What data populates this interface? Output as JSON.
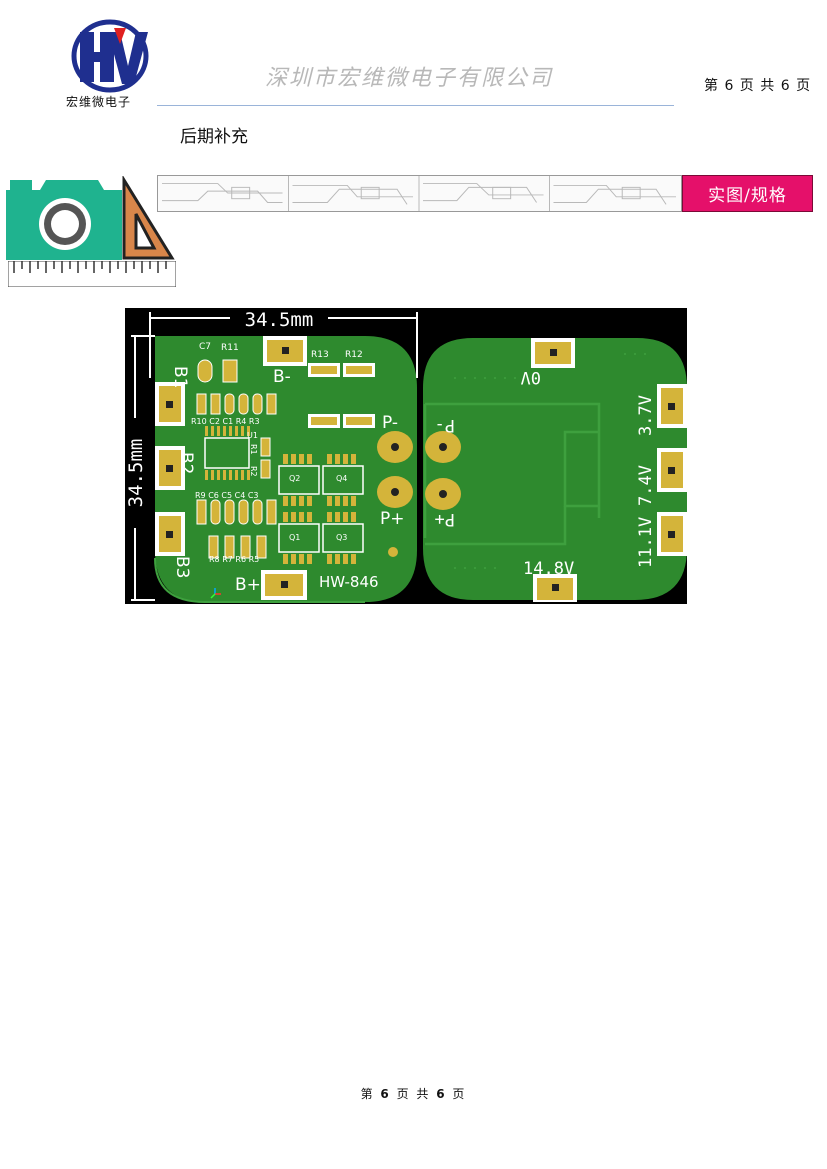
{
  "header": {
    "logo_caption": "宏维微电子",
    "company_name": "深圳市宏维微电子有限公司",
    "page_indicator": "第 6 页 共 6 页"
  },
  "section": {
    "heading": "后期补充"
  },
  "banner": {
    "tag_label": "实图/规格",
    "tag_color": "#e5106a",
    "camera_color": "#1fb38f",
    "icons": [
      "camera-icon",
      "set-square-icon",
      "ruler-icon"
    ]
  },
  "pcb": {
    "board_color": "#2e8a2e",
    "pad_color": "#d4b43a",
    "dimension_width": "34.5mm",
    "dimension_height": "34.5mm",
    "front_labels": {
      "b1": "B1",
      "b2": "B2",
      "b3": "B3",
      "b_minus": "B-",
      "b_plus": "B+",
      "p_minus": "P-",
      "p_plus": "P+",
      "model": "HW-846",
      "c7": "C7",
      "r11": "R11",
      "r13": "R13",
      "r12": "R12",
      "row1": "R10 C2 C1 R4 R3",
      "u1": "U1",
      "r1": "R1",
      "r2": "R2",
      "row2": "R9 C6 C5 C4 C3",
      "row3": "R8 R7 R6 R5",
      "q1": "Q1",
      "q2": "Q2",
      "q3": "Q3",
      "q4": "Q4"
    },
    "back_labels": {
      "zero_v": "0V",
      "v37": "3.7V",
      "v74": "7.4V",
      "v111": "11.1V",
      "v148": "14.8V",
      "p_minus": "P-",
      "p_plus": "P+"
    }
  },
  "footer": {
    "text_pre": "第 ",
    "page": "6",
    "text_mid": " 页 共 ",
    "total": "6",
    "text_post": " 页"
  }
}
